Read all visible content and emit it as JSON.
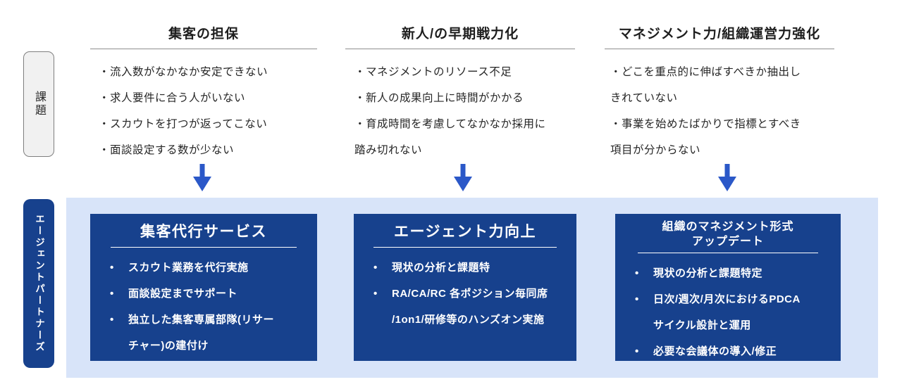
{
  "bullet_glyph": "•",
  "side_labels": {
    "problems": "課題",
    "solutions": "エージェントパートナーズ"
  },
  "columns": [
    {
      "header": "集客の担保",
      "problem_lines": [
        "・流入数がなかなか安定できない",
        "・求人要件に合う人がいない",
        "・スカウトを打つが返ってこない",
        "・面談設定する数が少ない"
      ],
      "solution": {
        "title_lines": [
          "集客代行サービス"
        ],
        "lines": [
          {
            "text": "スカウト業務を代行実施"
          },
          {
            "text": "面談設定までサポート"
          },
          {
            "text": "独立した集客専属部隊(リサー"
          },
          {
            "text": "チャー)の建付け"
          }
        ]
      }
    },
    {
      "header": "新人/の早期戦力化",
      "problem_lines": [
        "・マネジメントのリソース不足",
        "・新人の成果向上に時間がかかる",
        "・育成時間を考慮してなかなか採用に",
        "踏み切れない"
      ],
      "solution": {
        "title_lines": [
          "エージェント力向上"
        ],
        "lines": [
          {
            "text": "現状の分析と課題特"
          },
          {
            "text": "RA/CA/RC 各ポジション毎同席"
          },
          {
            "text": "/1on1/研修等のハンズオン実施"
          }
        ]
      }
    },
    {
      "header": "マネジメント力/組織運営力強化",
      "problem_lines": [
        "・どこを重点的に伸ばすべきか抽出し",
        "きれていない",
        "・事業を始めたばかりで指標とすべき",
        "項目が分からない"
      ],
      "solution": {
        "title_lines": [
          "組織のマネジメント形式",
          "アップデート"
        ],
        "lines": [
          {
            "text": "現状の分析と課題特定"
          },
          {
            "text": "日次/週次/月次におけるPDCA"
          },
          {
            "text": "サイクル設計と運用"
          },
          {
            "text": "必要な会議体の導入/修正"
          }
        ]
      }
    }
  ],
  "colors": {
    "dark_blue": "#17418D",
    "light_blue_band": "#D8E4F9",
    "arrow_blue": "#2B58C8",
    "gray_label_bg": "#F1F1F1",
    "header_underline": "#8F8F8F",
    "text_dark": "#262626"
  }
}
